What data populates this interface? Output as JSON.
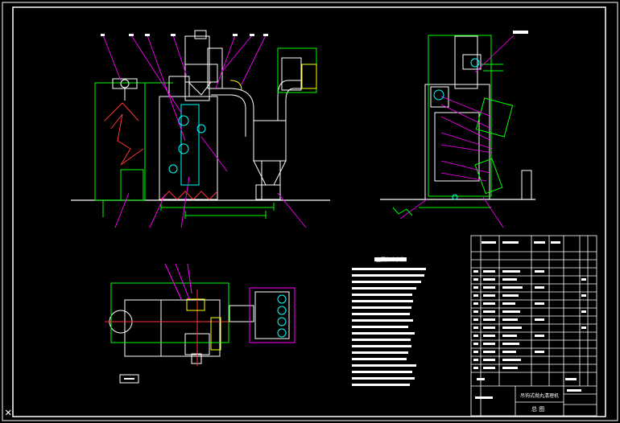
{
  "drawing": {
    "notes_title": "主要技术参数",
    "title_block": {
      "machine_name": "吊钩式抛丸清理机",
      "drawing_name": "总 图"
    }
  },
  "colors": {
    "background": "#000000",
    "frame": "#ffffff",
    "outline": "#ffffff",
    "dimension": "#00ff00",
    "centerline": "#ff3333",
    "leader": "#ff00ff",
    "detail": "#00ffff",
    "hatch": "#ffff00"
  },
  "icons": {
    "ucs": "ucs-axis-icon"
  }
}
